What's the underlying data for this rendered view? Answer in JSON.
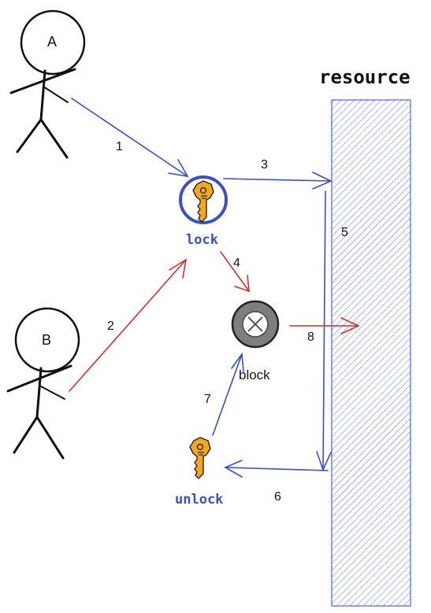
{
  "resource": {
    "label": "resource"
  },
  "actors": [
    {
      "label": "A"
    },
    {
      "label": "B"
    }
  ],
  "lock": {
    "label": "lock"
  },
  "unlock": {
    "label": "unlock"
  },
  "block": {
    "label": "block"
  },
  "steps": [
    "1",
    "2",
    "3",
    "4",
    "5",
    "6",
    "7",
    "8"
  ],
  "colors": {
    "blue": "#3a50c0",
    "red": "#c8352c",
    "key": "#f5a623",
    "block_fill": "#7e7e7e"
  }
}
